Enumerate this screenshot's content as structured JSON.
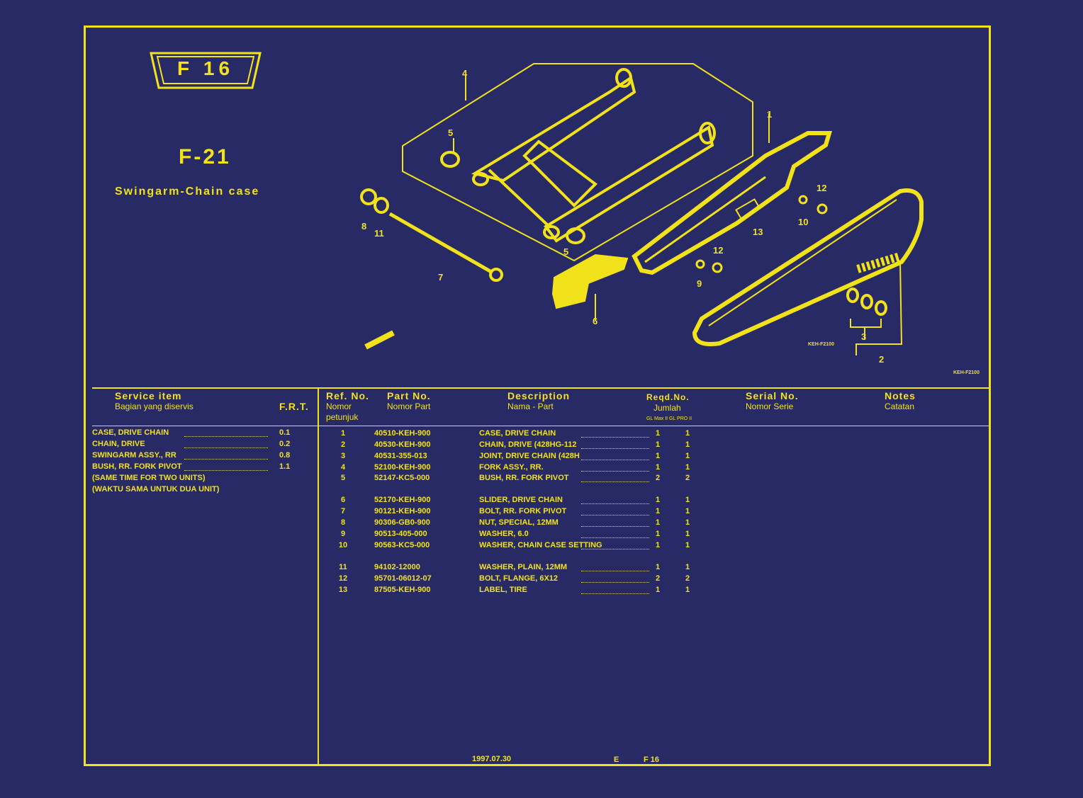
{
  "header": {
    "badge": "F 16",
    "section_code": "F-21",
    "section_title": "Swingarm-Chain case"
  },
  "diagram": {
    "callouts": [
      "4",
      "5",
      "1",
      "12",
      "10",
      "13",
      "12",
      "11",
      "8",
      "5",
      "7",
      "6",
      "9",
      "3",
      "2"
    ],
    "code_chain": "KEH-F2100",
    "code_corner": "KEH-F2100"
  },
  "table": {
    "service_item": {
      "title": "Service    item",
      "sub": "Bagian yang diservis"
    },
    "frt": "F.R.T.",
    "ref_no": {
      "title": "Ref. No.",
      "sub1": "Nomor",
      "sub2": "petunjuk"
    },
    "part_no": {
      "title": "Part  No.",
      "sub": "Nomor Part"
    },
    "description": {
      "title": "Description",
      "sub": "Nama - Part"
    },
    "reqd_no": {
      "title": "Reqd.No.",
      "sub": "Jumlah",
      "sub2": "GL Max II  GL PRO II"
    },
    "serial_no": {
      "title": "Serial No.",
      "sub": "Nomor Serie"
    },
    "notes": {
      "title": "Notes",
      "sub": "Catatan"
    }
  },
  "service_items": [
    {
      "label": "CASE, DRIVE CHAIN",
      "frt": "0.1"
    },
    {
      "label": "CHAIN, DRIVE",
      "frt": "0.2"
    },
    {
      "label": "SWINGARM ASSY., RR",
      "frt": "0.8"
    },
    {
      "label": "BUSH, RR. FORK PIVOT",
      "frt": "1.1"
    },
    {
      "label": "(SAME TIME FOR TWO UNITS)",
      "frt": ""
    },
    {
      "label": "(WAKTU SAMA UNTUK DUA UNIT)",
      "frt": ""
    }
  ],
  "parts": [
    {
      "ref": "1",
      "part": "40510-KEH-900",
      "desc": "CASE, DRIVE CHAIN",
      "q1": "1",
      "q2": "1"
    },
    {
      "ref": "2",
      "part": "40530-KEH-900",
      "desc": "CHAIN, DRIVE (428HG-112",
      "q1": "1",
      "q2": "1"
    },
    {
      "ref": "3",
      "part": "40531-355-013",
      "desc": "JOINT, DRIVE CHAIN (428H",
      "q1": "1",
      "q2": "1"
    },
    {
      "ref": "4",
      "part": "52100-KEH-900",
      "desc": "FORK ASSY., RR.",
      "q1": "1",
      "q2": "1"
    },
    {
      "ref": "5",
      "part": "52147-KC5-000",
      "desc": "BUSH, RR. FORK PIVOT",
      "q1": "2",
      "q2": "2"
    },
    {
      "ref": "6",
      "part": "52170-KEH-900",
      "desc": "SLIDER, DRIVE CHAIN",
      "q1": "1",
      "q2": "1"
    },
    {
      "ref": "7",
      "part": "90121-KEH-900",
      "desc": "BOLT, RR. FORK PIVOT",
      "q1": "1",
      "q2": "1"
    },
    {
      "ref": "8",
      "part": "90306-GB0-900",
      "desc": "NUT, SPECIAL, 12MM",
      "q1": "1",
      "q2": "1"
    },
    {
      "ref": "9",
      "part": "90513-405-000",
      "desc": "WASHER, 6.0",
      "q1": "1",
      "q2": "1"
    },
    {
      "ref": "10",
      "part": "90563-KC5-000",
      "desc": "WASHER, CHAIN CASE SETTING",
      "q1": "1",
      "q2": "1"
    },
    {
      "ref": "11",
      "part": "94102-12000",
      "desc": "WASHER, PLAIN, 12MM",
      "q1": "1",
      "q2": "1"
    },
    {
      "ref": "12",
      "part": "95701-06012-07",
      "desc": "BOLT, FLANGE, 6X12",
      "q1": "2",
      "q2": "2"
    },
    {
      "ref": "13",
      "part": "87505-KEH-900",
      "desc": "LABEL, TIRE",
      "q1": "1",
      "q2": "1"
    }
  ],
  "footer": {
    "date": "1997.07.30",
    "lang": "E",
    "page": "F 16"
  }
}
